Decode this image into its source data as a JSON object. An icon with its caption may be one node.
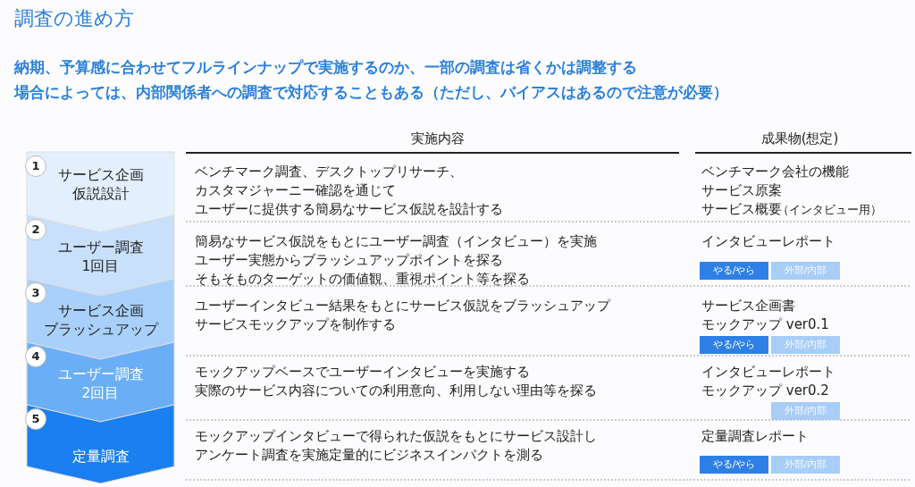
{
  "diagram": {
    "title": "調査の進め方",
    "nodes": [
      {
        "text": [
          "1",
          "サービス企画仮説設計"
        ]
      },
      {
        "text": [
          "2",
          "ユーザー調査1回目"
        ]
      },
      {
        "text": [
          "3",
          "サービス企画ブラッシュアップ"
        ]
      },
      {
        "text": [
          "4",
          "ユーザー調査2回目"
        ]
      },
      {
        "text": [
          "5",
          "定量調査"
        ]
      },
      {
        "text": [
          "やる/やら"
        ]
      },
      {
        "text": [
          "外部/内部"
        ]
      },
      {
        "text": [
          "やる/やら"
        ]
      },
      {
        "text": [
          "外部/内部"
        ]
      },
      {
        "text": [
          "外部/内部"
        ]
      },
      {
        "text": [
          "やる/やら"
        ]
      },
      {
        "text": [
          "外部/内部"
        ]
      }
    ],
    "labels": [
      "納期、予算感に合わせてフルラインナップで実施するのか、一部の調査は省くかは調整する",
      "場合によっては、内部関係者への調査で対応することもある（ただし、バイアスはあるので注意が必要）",
      "実施内容",
      "成果物(想定)",
      "ベンチマーク調査、デスクトップリサーチ、",
      "カスタマジャーニー確認を通じて",
      "ユーザーに提供する簡易なサービス仮説を設計する",
      "ベンチマーク会社の機能",
      "サービス原案",
      "サービス概要",
      "（インタビュー用）",
      "簡易なサービス仮説をもとにユーザー調査（インタビュー）を実施",
      "ユーザー実態からブラッシュアップポイントを探る",
      "そもそものターゲットの価値観、重視ポイント等を探る",
      "インタビューレポート",
      "ユーザーインタビュー結果をもとにサービス仮説をブラッシュアップ",
      "サービスモックアップを制作する",
      "サービス企画書",
      "モックアップ ver0.1",
      "モックアップベースでユーザーインタビューを実施する",
      "実際のサービス内容についての利用意向、利用しない理由等を探る",
      "インタビューレポート",
      "モックアップ ver0.2",
      "モックアップインタビューで得られた仮説をもとにサービス設計し",
      "アンケート調査を実施定量的にビジネスインパクトを測る",
      "定量調査レポート"
    ]
  }
}
